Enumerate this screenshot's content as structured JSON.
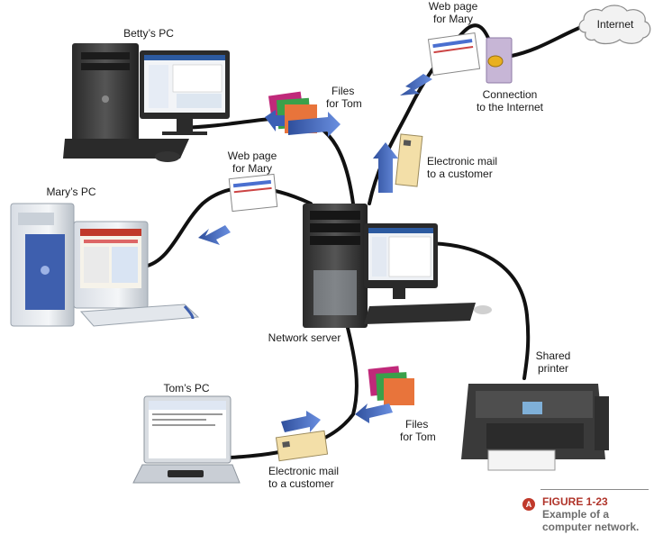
{
  "nodes": {
    "betty": "Betty’s PC",
    "mary": "Mary’s PC",
    "tom": "Tom’s PC",
    "server": "Network server",
    "printer": [
      "Shared",
      "printer"
    ],
    "internet": "Internet",
    "connection": [
      "Connection",
      "to the Internet"
    ]
  },
  "transfers": {
    "files_top": [
      "Files",
      "for Tom"
    ],
    "web_top": [
      "Web page",
      "for Mary"
    ],
    "web_mid": [
      "Web page",
      "for Mary"
    ],
    "email_top": [
      "Electronic mail",
      "to a customer"
    ],
    "files_bottom": [
      "Files",
      "for Tom"
    ],
    "email_bottom": [
      "Electronic mail",
      "to a customer"
    ]
  },
  "figure": {
    "icon": "A",
    "number": "FIGURE 1-23",
    "caption": [
      "Example of a",
      "computer network."
    ]
  },
  "colors": {
    "cable": "#111111",
    "arrow": "#3b5fb5",
    "folder_magenta": "#c0297a",
    "folder_green": "#3aa04a",
    "folder_orange": "#e8743b",
    "envelope": "#f3dfa8",
    "figure_red": "#b0342a"
  }
}
